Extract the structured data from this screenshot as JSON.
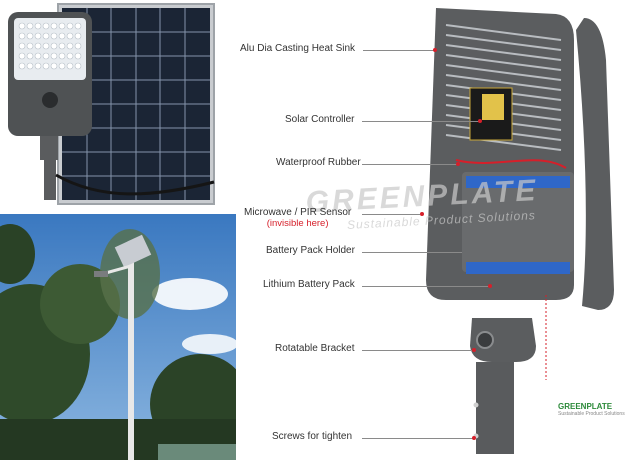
{
  "callouts": [
    {
      "label": "Alu Dia Casting Heat Sink"
    },
    {
      "label": "Solar Controller"
    },
    {
      "label": "Waterproof Rubber"
    },
    {
      "label": "Microwave / PIR Sensor",
      "note": "(invisible here)"
    },
    {
      "label": "Battery Pack Holder"
    },
    {
      "label": "Lithium Battery Pack"
    },
    {
      "label": "Rotatable Bracket"
    },
    {
      "label": "Screws for tighten"
    }
  ],
  "watermark": {
    "brand": "GREENPLATE",
    "tagline": "Sustainable Product Solutions"
  },
  "logo": {
    "brand": "GREENPLATE",
    "tagline": "Sustainable Product Solutions"
  },
  "colors": {
    "accent_red": "#d61f2a",
    "lamp_gray": "#5b5d5f",
    "sky_blue": "#3d7fc4",
    "foliage": "#2f4a2a"
  }
}
